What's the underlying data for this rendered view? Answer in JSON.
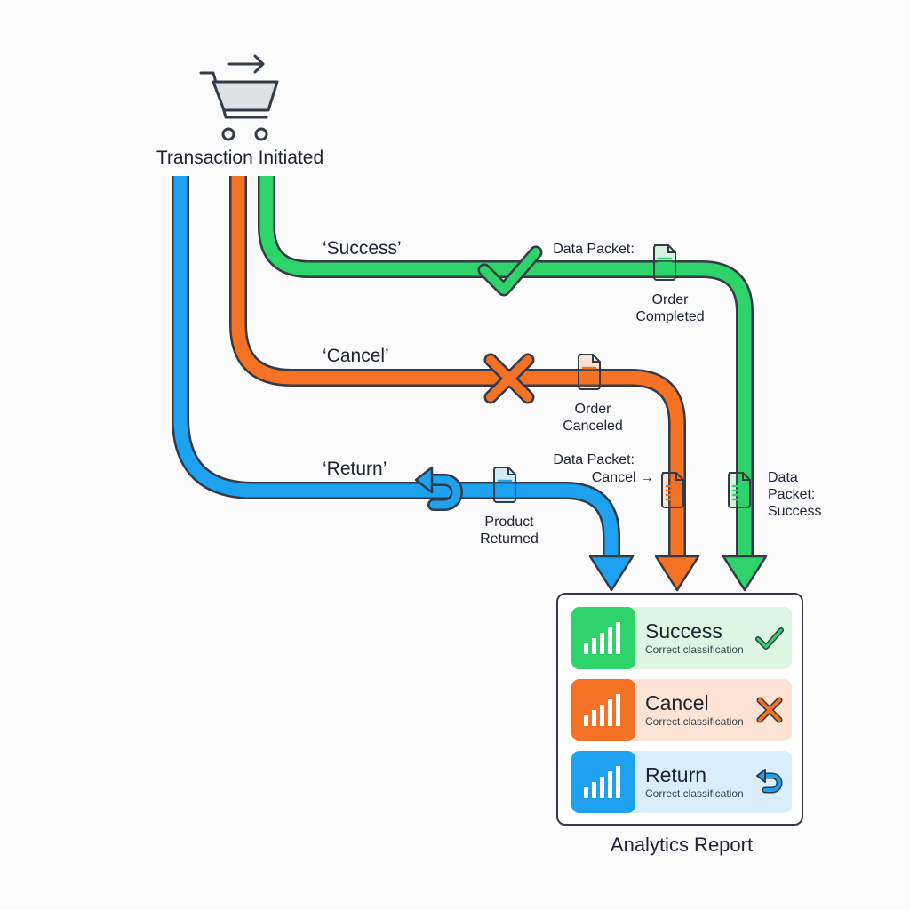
{
  "start": {
    "label": "Transaction Initiated",
    "icon": "shopping-cart-icon"
  },
  "colors": {
    "success": "#2ed36a",
    "cancel": "#f57224",
    "return": "#1ea2f0",
    "outline": "#333b47"
  },
  "paths": {
    "success": {
      "label": "‘Success’",
      "marker_icon": "check-icon",
      "packet_title": "Data Packet:",
      "packet_caption": [
        "Order",
        "Completed"
      ],
      "arrival_caption": [
        "Data",
        "Packet:",
        "Success"
      ]
    },
    "cancel": {
      "label": "‘Cancel’",
      "marker_icon": "cross-icon",
      "packet_caption": [
        "Order",
        "Canceled"
      ],
      "arrival_caption": [
        "Data Packet:",
        "Cancel →"
      ]
    },
    "return": {
      "label": "‘Return’",
      "marker_icon": "return-arrow-icon",
      "packet_caption": [
        "Product",
        "Returned"
      ]
    }
  },
  "report": {
    "title": "Analytics Report",
    "rows": [
      {
        "name": "Success",
        "subtitle": "Correct classification",
        "icon": "check-icon"
      },
      {
        "name": "Cancel",
        "subtitle": "Correct classification",
        "icon": "cross-icon"
      },
      {
        "name": "Return",
        "subtitle": "Correct classification",
        "icon": "return-arrow-icon"
      }
    ]
  }
}
